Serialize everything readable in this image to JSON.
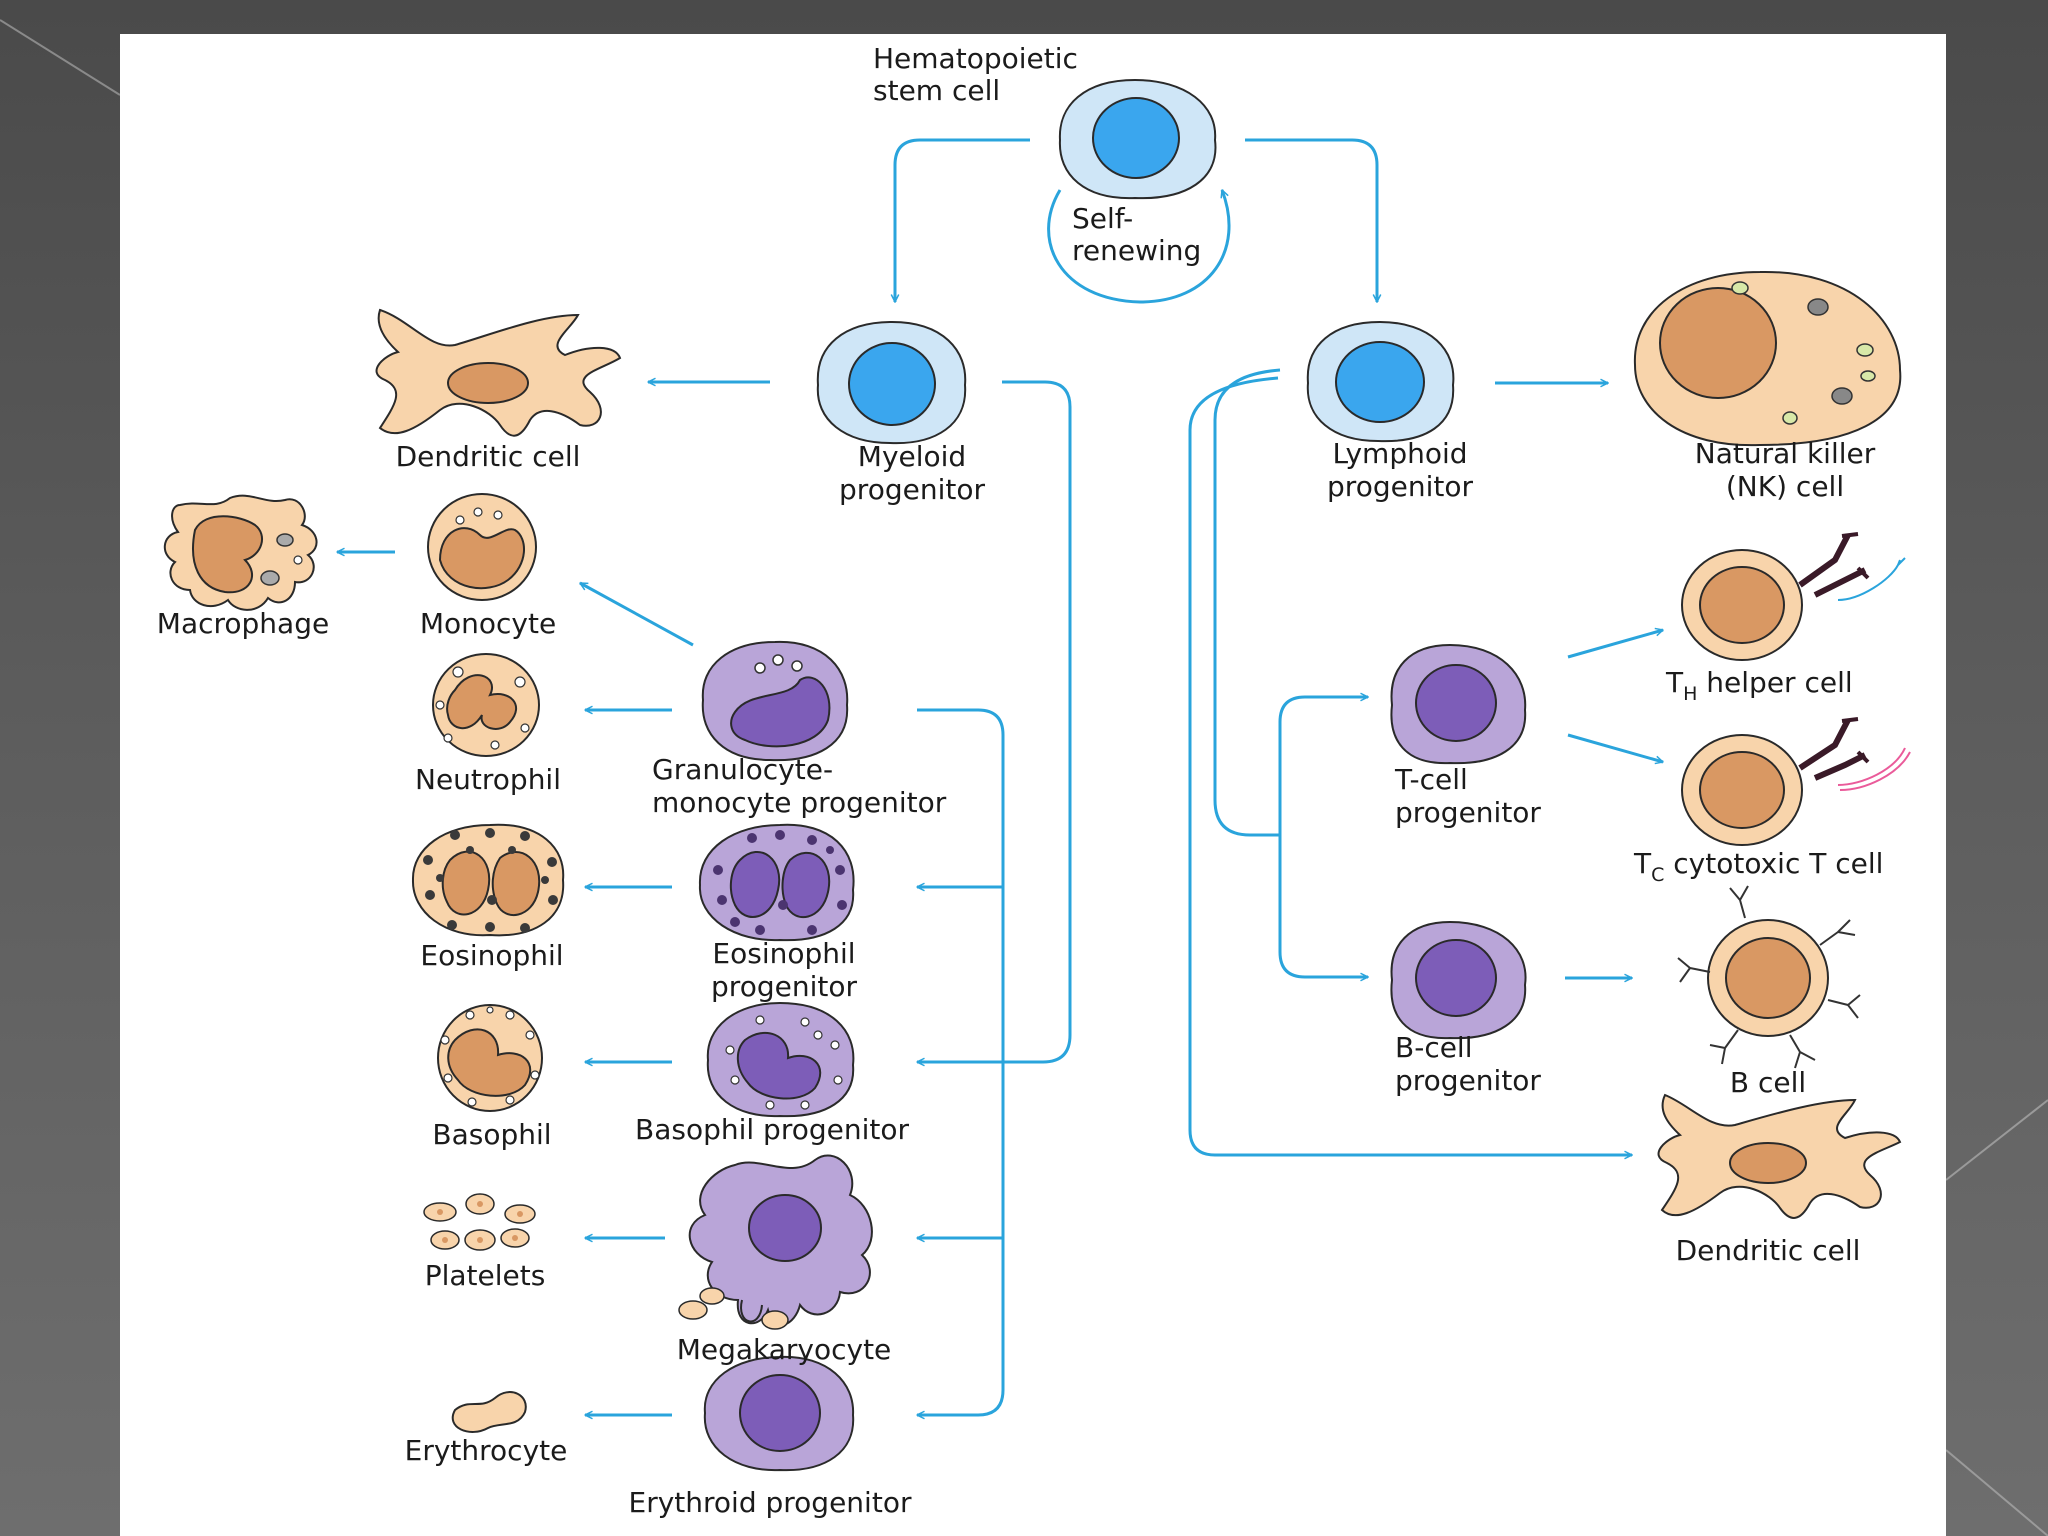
{
  "labels": {
    "hsc": [
      "Hematopoietic",
      "stem cell"
    ],
    "self_renewing": [
      "Self-",
      "renewing"
    ],
    "myeloid": [
      "Myeloid",
      "progenitor"
    ],
    "lymphoid": [
      "Lymphoid",
      "progenitor"
    ],
    "dendritic_left": "Dendritic cell",
    "dendritic_right": "Dendritic cell",
    "nk": [
      "Natural killer",
      "(NK) cell"
    ],
    "macrophage": "Macrophage",
    "monocyte": "Monocyte",
    "gm_progenitor": [
      "Granulocyte-",
      "monocyte progenitor"
    ],
    "neutrophil": "Neutrophil",
    "eosinophil": "Eosinophil",
    "eos_progenitor": [
      "Eosinophil",
      "progenitor"
    ],
    "basophil": "Basophil",
    "baso_progenitor": "Basophil progenitor",
    "platelets": "Platelets",
    "megakaryocyte": "Megakaryocyte",
    "erythrocyte": "Erythrocyte",
    "erythroid": "Erythroid progenitor",
    "t_progenitor": [
      "T-cell",
      "progenitor"
    ],
    "b_progenitor": [
      "B-cell",
      "progenitor"
    ],
    "th": {
      "main": "T",
      "sub": "H",
      "rest": " helper cell"
    },
    "tc": {
      "main": "T",
      "sub": "C",
      "rest": " cytotoxic T cell"
    },
    "b_cell": "B cell"
  },
  "colors": {
    "arrow": "#2aa4dc",
    "stem_fill": "#3aa6ee",
    "stem_rim": "#cfe6f7",
    "purple_rim": "#b9a5d8",
    "purple_nucleus": "#7d5db8",
    "tan_cyto": "#f8d4ab",
    "tan_nucleus": "#d99863",
    "outline": "#2a2a2a"
  }
}
